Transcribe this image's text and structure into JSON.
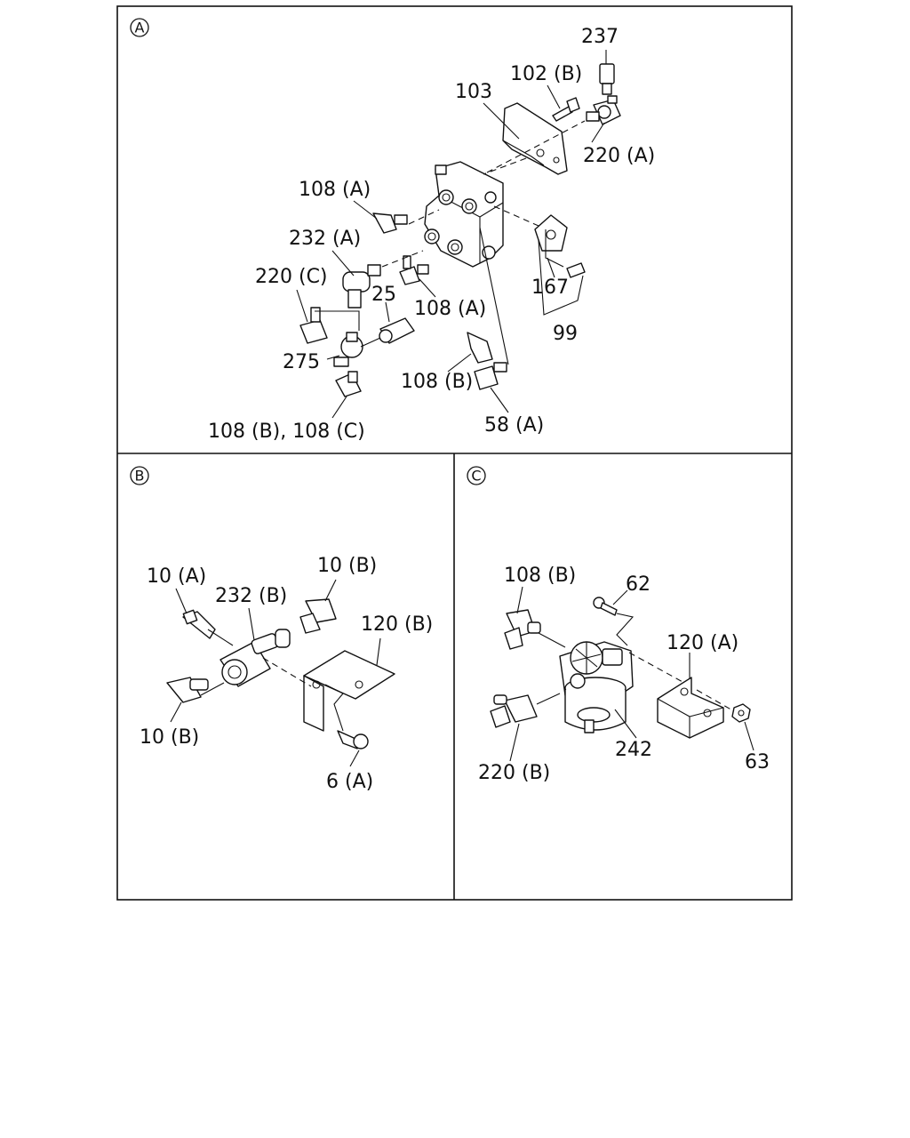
{
  "sections": [
    {
      "id": "A",
      "marker": "A"
    },
    {
      "id": "B",
      "marker": "B"
    },
    {
      "id": "C",
      "marker": "C"
    }
  ],
  "labels": {
    "a": {
      "237": "237",
      "102b": "102 (B)",
      "103": "103",
      "220a": "220 (A)",
      "108a_top": "108 (A)",
      "232a": "232 (A)",
      "220c": "220 (C)",
      "25": "25",
      "108a_mid": "108 (A)",
      "167": "167",
      "99": "99",
      "275": "275",
      "108b": "108 (B)",
      "108bc": "108 (B), 108 (C)",
      "58a": "58 (A)"
    },
    "b": {
      "10a": "10 (A)",
      "10b_top": "10 (B)",
      "232b": "232 (B)",
      "120b": "120 (B)",
      "10b_bottom": "10 (B)",
      "6a": "6 (A)"
    },
    "c": {
      "108b": "108 (B)",
      "62": "62",
      "120a": "120 (A)",
      "242": "242",
      "220b": "220 (B)",
      "63": "63"
    }
  }
}
